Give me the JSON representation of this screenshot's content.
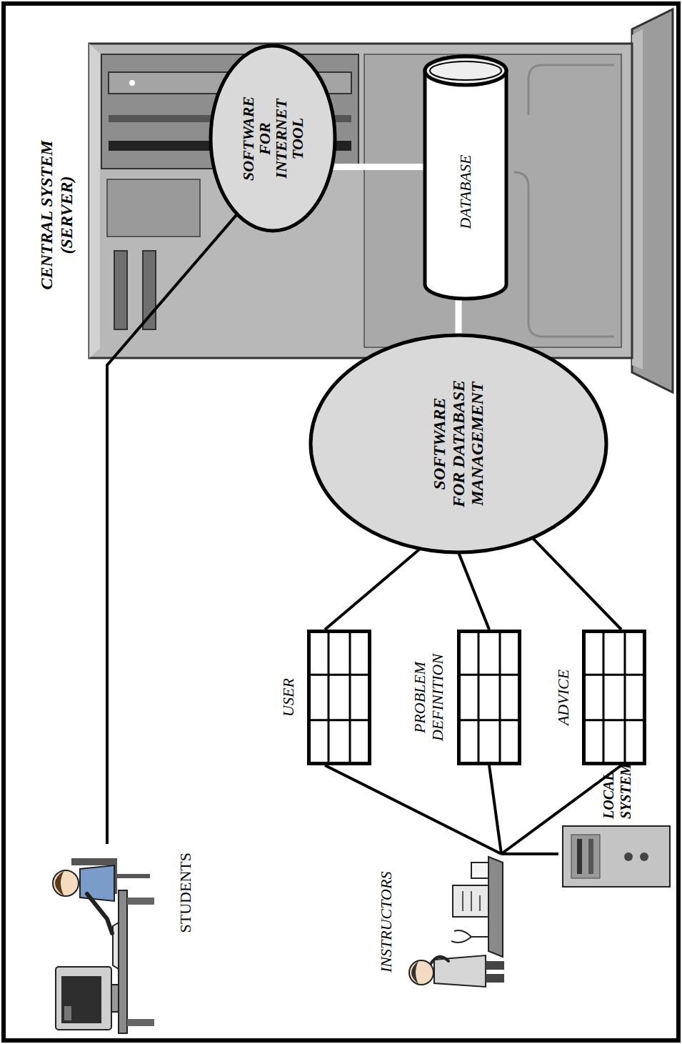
{
  "diagram": {
    "nodes": [
      {
        "text": [
          "STUDENTS"
        ]
      },
      {
        "text": [
          "CENTRAL SYSTEM (SERVER)"
        ]
      },
      {
        "text": [
          "SOFTWARE FOR INTERNET TOOL"
        ],
        "in": 1
      },
      {
        "text": [
          "DATABASE"
        ],
        "in": 1
      },
      {
        "text": [
          "INSTRUCTORS"
        ]
      },
      {
        "text": [
          "USER"
        ]
      },
      {
        "text": [
          "PROBLEM DEFINITION"
        ]
      },
      {
        "text": [
          "SOFTWARE FOR DATABASE MANAGEMENT"
        ]
      },
      {
        "text": [
          "ADVICE"
        ]
      },
      {
        "text": [
          "LOCAL SYSTEM"
        ]
      }
    ],
    "edges": [
      {
        "from": 0,
        "to": 2,
        "arrow": "none"
      },
      {
        "from": 2,
        "to": 3,
        "arrow": "none"
      },
      {
        "from": 4,
        "to": 5,
        "arrow": "none"
      },
      {
        "from": 4,
        "to": 6,
        "arrow": "none"
      },
      {
        "from": 4,
        "to": 8,
        "arrow": "none"
      },
      {
        "from": 4,
        "to": 9,
        "arrow": "none"
      },
      {
        "from": 5,
        "to": 7,
        "arrow": "none"
      },
      {
        "from": 6,
        "to": 7,
        "arrow": "none"
      },
      {
        "from": 8,
        "to": 7,
        "arrow": "none"
      },
      {
        "from": 7,
        "to": 3,
        "arrow": "none"
      }
    ]
  }
}
